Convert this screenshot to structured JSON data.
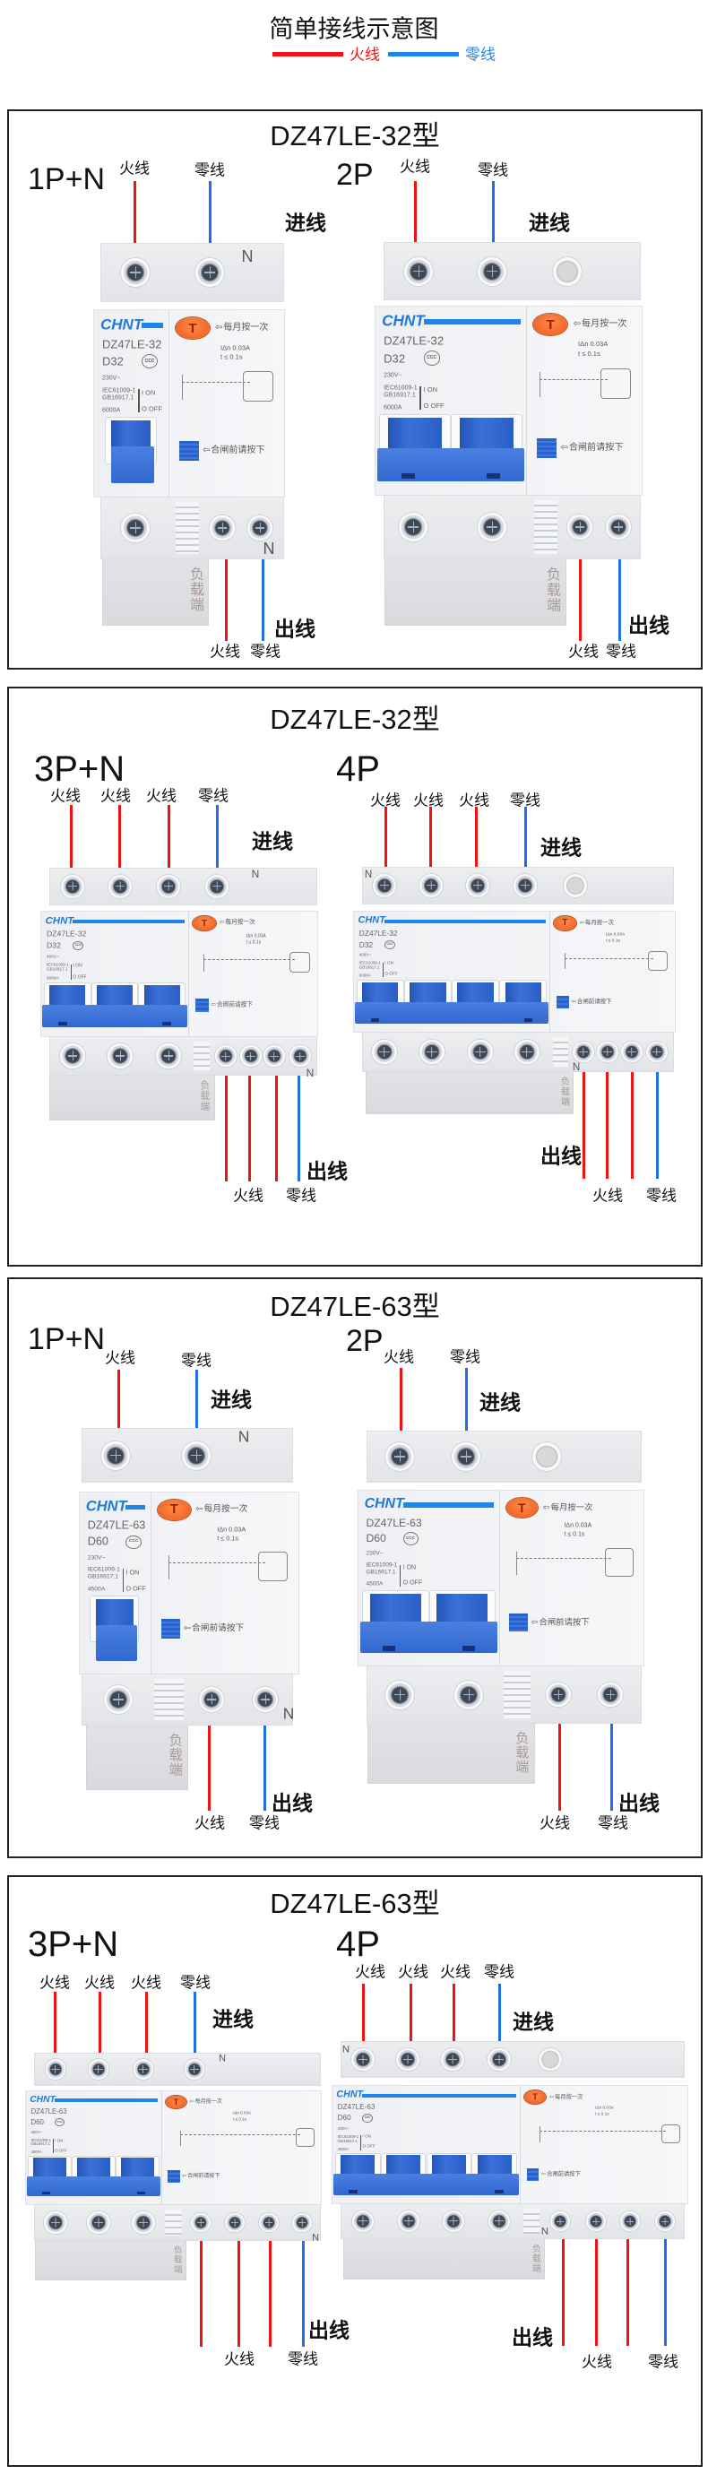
{
  "header": {
    "title": "简单接线示意图",
    "legend": [
      {
        "label": "火线",
        "color": "#f01414"
      },
      {
        "label": "零线",
        "color": "#1f86ee"
      }
    ]
  },
  "wire_colors": {
    "live": "#f01414",
    "neutral": "#1f6fe8"
  },
  "breaker_common": {
    "test_button": "T",
    "test_hint": "每月按一次",
    "rated_residual": "IΔn  0.03A",
    "trip_time": "t  ≤  0.1s",
    "reset_hint": "合闸前请按下",
    "on": "I  ON",
    "off": "O OFF",
    "std_iec": "IEC61009-1",
    "std_gb": "GB16917.1",
    "load_side": "负载端",
    "neutral_mark": "N",
    "cert_mark": "CCC"
  },
  "panels": [
    {
      "title": "DZ47LE-32型",
      "diagrams": [
        {
          "pole_type": "1P+N",
          "input_labels": [
            "火线",
            "零线"
          ],
          "input_wires": [
            "live",
            "neutral"
          ],
          "incoming_label": "进线",
          "outgoing_label": "出线",
          "output_labels": [
            "火线",
            "零线"
          ],
          "output_wires": [
            "live",
            "neutral"
          ],
          "breaker": {
            "brand": "CHNT",
            "model": "DZ47LE-32",
            "rating": "D32",
            "voltage": "230V~",
            "breaking_capacity": "6000A"
          }
        },
        {
          "pole_type": "2P",
          "input_labels": [
            "火线",
            "零线"
          ],
          "input_wires": [
            "live",
            "neutral"
          ],
          "incoming_label": "进线",
          "outgoing_label": "出线",
          "output_labels": [
            "火线",
            "零线"
          ],
          "output_wires": [
            "live",
            "neutral"
          ],
          "breaker": {
            "brand": "CHNT",
            "model": "DZ47LE-32",
            "rating": "D32",
            "voltage": "230V~",
            "breaking_capacity": "6000A"
          }
        }
      ]
    },
    {
      "title": "DZ47LE-32型",
      "diagrams": [
        {
          "pole_type": "3P+N",
          "input_labels": [
            "火线",
            "火线",
            "火线",
            "零线"
          ],
          "input_wires": [
            "live",
            "live",
            "live",
            "neutral"
          ],
          "incoming_label": "进线",
          "outgoing_label": "出线",
          "output_labels": [
            "火线",
            "零线"
          ],
          "output_wires": [
            "live",
            "live",
            "live",
            "neutral"
          ],
          "breaker": {
            "brand": "CHNT",
            "model": "DZ47LE-32",
            "rating": "D32",
            "voltage": "400V~",
            "breaking_capacity": "6000A"
          }
        },
        {
          "pole_type": "4P",
          "input_labels": [
            "火线",
            "火线",
            "火线",
            "零线"
          ],
          "input_wires": [
            "live",
            "live",
            "live",
            "neutral"
          ],
          "incoming_label": "进线",
          "outgoing_label": "出线",
          "output_labels": [
            "火线",
            "零线"
          ],
          "output_wires": [
            "live",
            "live",
            "live",
            "neutral"
          ],
          "breaker": {
            "brand": "CHNT",
            "model": "DZ47LE-32",
            "rating": "D32",
            "voltage": "400V~",
            "breaking_capacity": "6000A"
          }
        }
      ]
    },
    {
      "title": "DZ47LE-63型",
      "diagrams": [
        {
          "pole_type": "1P+N",
          "input_labels": [
            "火线",
            "零线"
          ],
          "input_wires": [
            "live",
            "neutral"
          ],
          "incoming_label": "进线",
          "outgoing_label": "出线",
          "output_labels": [
            "火线",
            "零线"
          ],
          "output_wires": [
            "live",
            "neutral"
          ],
          "breaker": {
            "brand": "CHNT",
            "model": "DZ47LE-63",
            "rating": "D60",
            "voltage": "230V~",
            "breaking_capacity": "4500A"
          }
        },
        {
          "pole_type": "2P",
          "input_labels": [
            "火线",
            "零线"
          ],
          "input_wires": [
            "live",
            "neutral"
          ],
          "incoming_label": "进线",
          "outgoing_label": "出线",
          "output_labels": [
            "火线",
            "零线"
          ],
          "output_wires": [
            "live",
            "neutral"
          ],
          "breaker": {
            "brand": "CHNT",
            "model": "DZ47LE-63",
            "rating": "D60",
            "voltage": "230V~",
            "breaking_capacity": "4500A"
          }
        }
      ]
    },
    {
      "title": "DZ47LE-63型",
      "diagrams": [
        {
          "pole_type": "3P+N",
          "input_labels": [
            "火线",
            "火线",
            "火线",
            "零线"
          ],
          "input_wires": [
            "live",
            "live",
            "live",
            "neutral"
          ],
          "incoming_label": "进线",
          "outgoing_label": "出线",
          "output_labels": [
            "火线",
            "零线"
          ],
          "output_wires": [
            "live",
            "live",
            "live",
            "neutral"
          ],
          "breaker": {
            "brand": "CHNT",
            "model": "DZ47LE-63",
            "rating": "D60",
            "voltage": "400V~",
            "breaking_capacity": "4500A"
          }
        },
        {
          "pole_type": "4P",
          "input_labels": [
            "火线",
            "火线",
            "火线",
            "零线"
          ],
          "input_wires": [
            "live",
            "live",
            "live",
            "neutral"
          ],
          "incoming_label": "进线",
          "outgoing_label": "出线",
          "output_labels": [
            "火线",
            "零线"
          ],
          "output_wires": [
            "live",
            "live",
            "live",
            "neutral"
          ],
          "breaker": {
            "brand": "CHNT",
            "model": "DZ47LE-63",
            "rating": "D60",
            "voltage": "400V~",
            "breaking_capacity": "4500A"
          }
        }
      ]
    }
  ]
}
